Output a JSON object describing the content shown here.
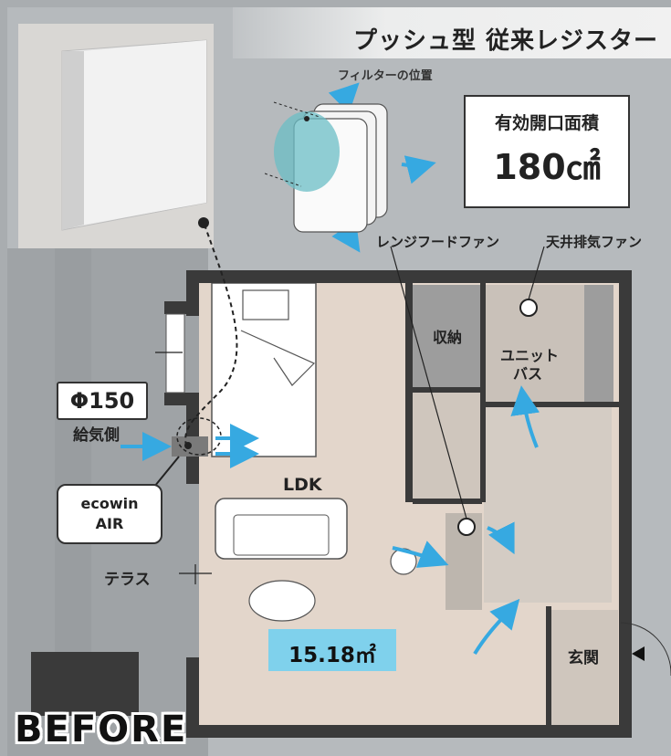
{
  "title": "プッシュ型 従来レジスター",
  "filter_label": "フィルターの位置",
  "effective_opening": {
    "label": "有効開口面積",
    "value": "180㎠"
  },
  "supply": {
    "diameter": "Φ150",
    "side_label": "給気側"
  },
  "product": {
    "line1": "ecowin",
    "line2": "AIR"
  },
  "rooms": {
    "ldk": "LDK",
    "storage": "収納",
    "unit_bath_line1": "ユニット",
    "unit_bath_line2": "バス",
    "entrance": "玄関",
    "terrace": "テラス"
  },
  "fans": {
    "range_hood": "レンジフードファン",
    "ceiling_exhaust": "天井排気ファン"
  },
  "area": "15.18㎡",
  "stage_label": "BEFORE",
  "colors": {
    "airflow": "#36a9e1",
    "area_tag": "#7fd1ec",
    "floor": "#e3d6cb",
    "wall": "#3a3a3a"
  }
}
